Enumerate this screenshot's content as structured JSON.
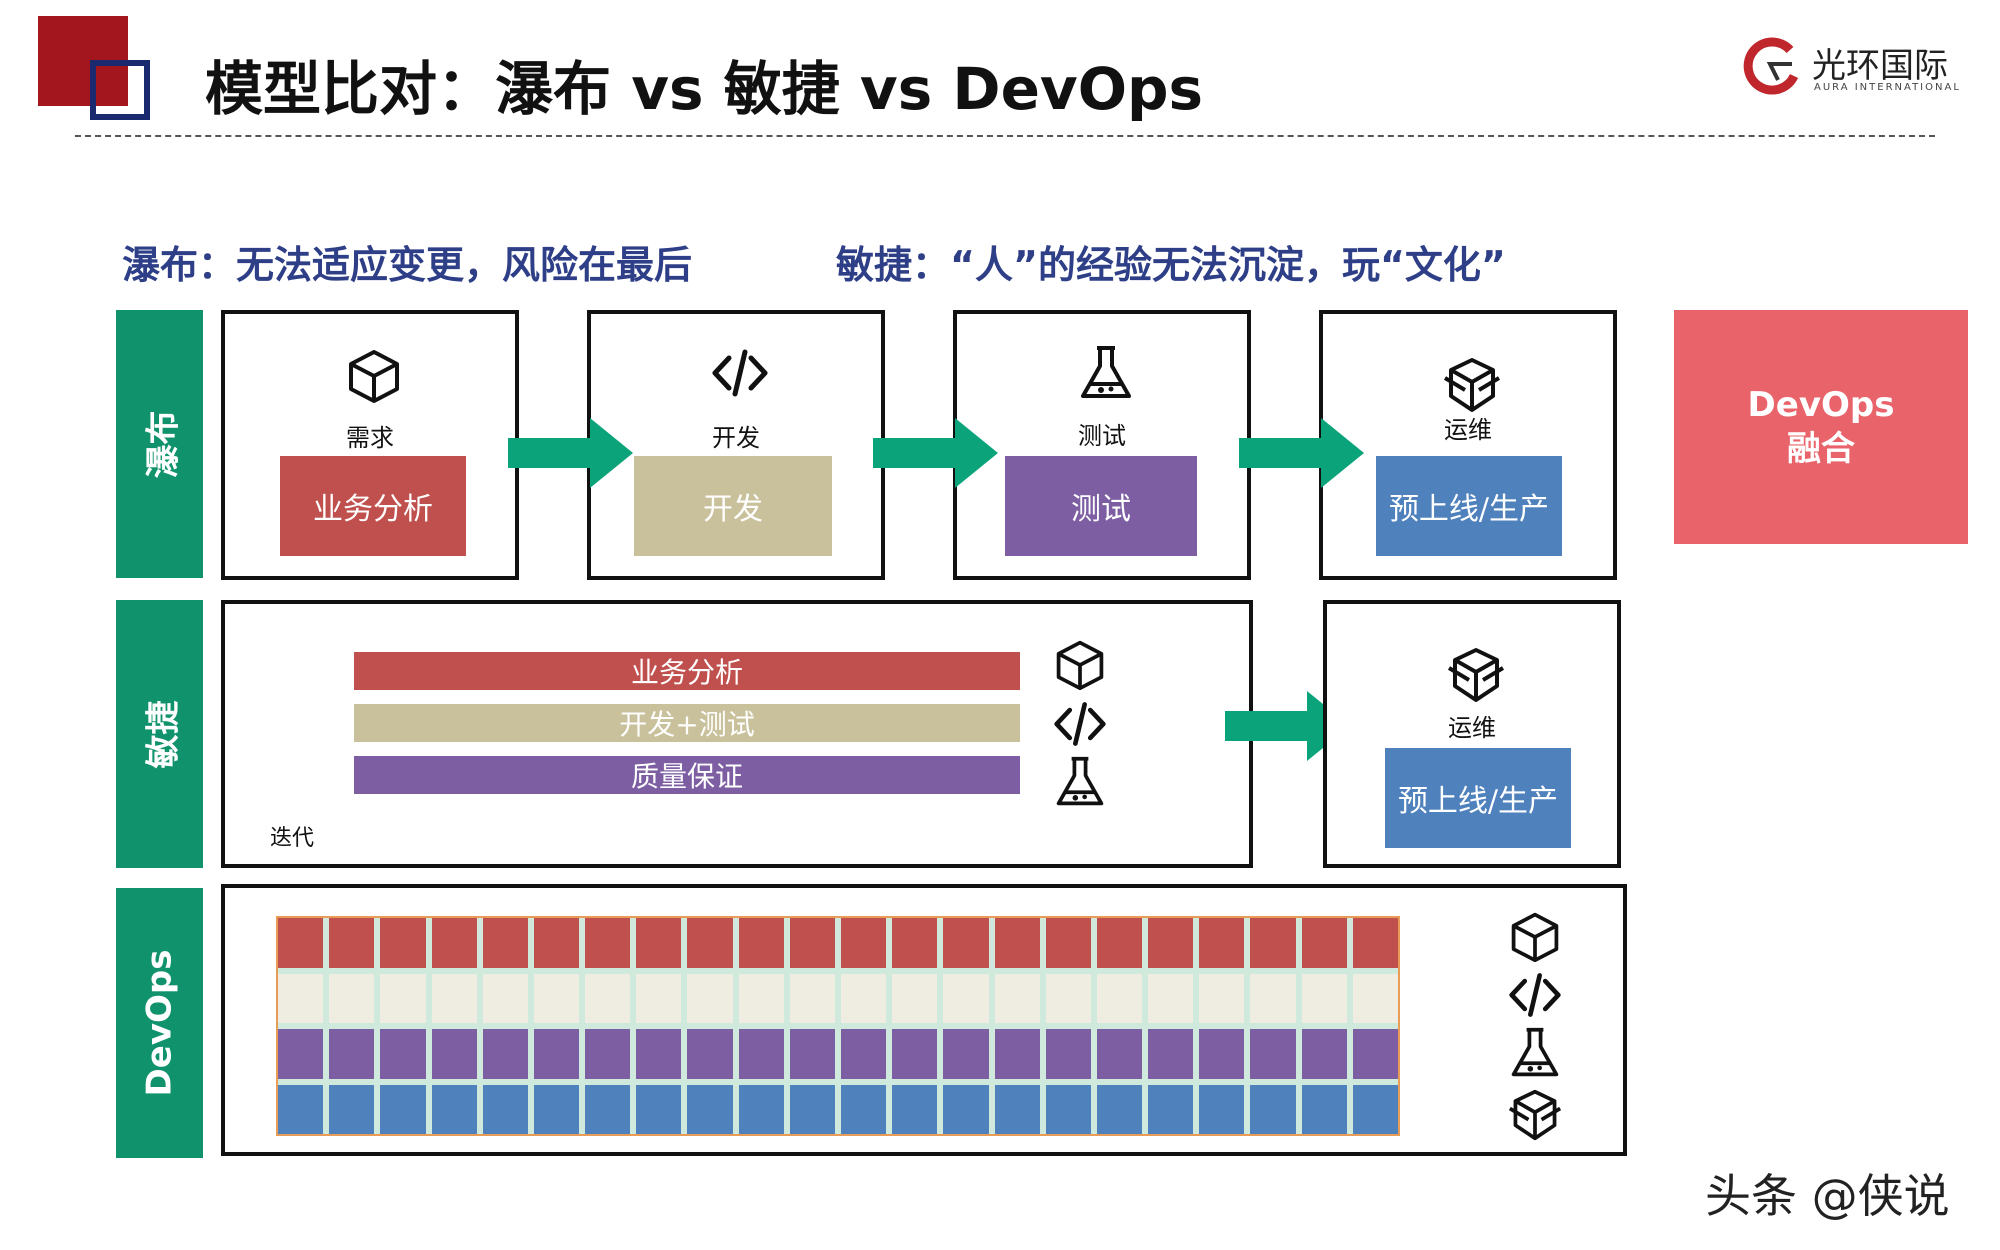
{
  "title": "模型比对：瀑布 vs 敏捷 vs DevOps",
  "logo": {
    "name": "光环国际",
    "sub": "AURA INTERNATIONAL"
  },
  "subtitles": {
    "waterfall": "瀑布：无法适应变更，风险在最后",
    "agile": "敏捷：“人”的经验无法沉淀，玩“文化”"
  },
  "rows": {
    "waterfall": "瀑布",
    "agile": "敏捷",
    "devops": "DevOps"
  },
  "waterfall_stages": [
    {
      "icon": "cube-icon",
      "label": "需求",
      "chip": "业务分析",
      "color": "#c0504d"
    },
    {
      "icon": "code-icon",
      "label": "开发",
      "chip": "开发",
      "color": "#c9c19b"
    },
    {
      "icon": "flask-icon",
      "label": "测试",
      "chip": "测试",
      "color": "#7d5ea3"
    },
    {
      "icon": "package-icon",
      "label": "运维",
      "chip": "预上线/生产",
      "color": "#4f81bd"
    }
  ],
  "devops_badge": {
    "line1": "DevOps",
    "line2": "融合",
    "color": "#e8636a"
  },
  "agile": {
    "bars": [
      {
        "text": "业务分析",
        "color": "#c0504d"
      },
      {
        "text": "开发+测试",
        "color": "#c9c19b"
      },
      {
        "text": "质量保证",
        "color": "#7d5ea3"
      }
    ],
    "iterate": "迭代",
    "ops_label": "运维",
    "ops_chip": "预上线/生产"
  },
  "devops_grid": {
    "columns": 22,
    "row_colors": [
      "#c0504d",
      "#efece1",
      "#7d5ea3",
      "#4f81bd"
    ]
  },
  "colors": {
    "accent_green": "#10936c",
    "arrow": "#0aa37a",
    "title_blue": "#2e3f88"
  },
  "watermark": "头条 @侠说"
}
